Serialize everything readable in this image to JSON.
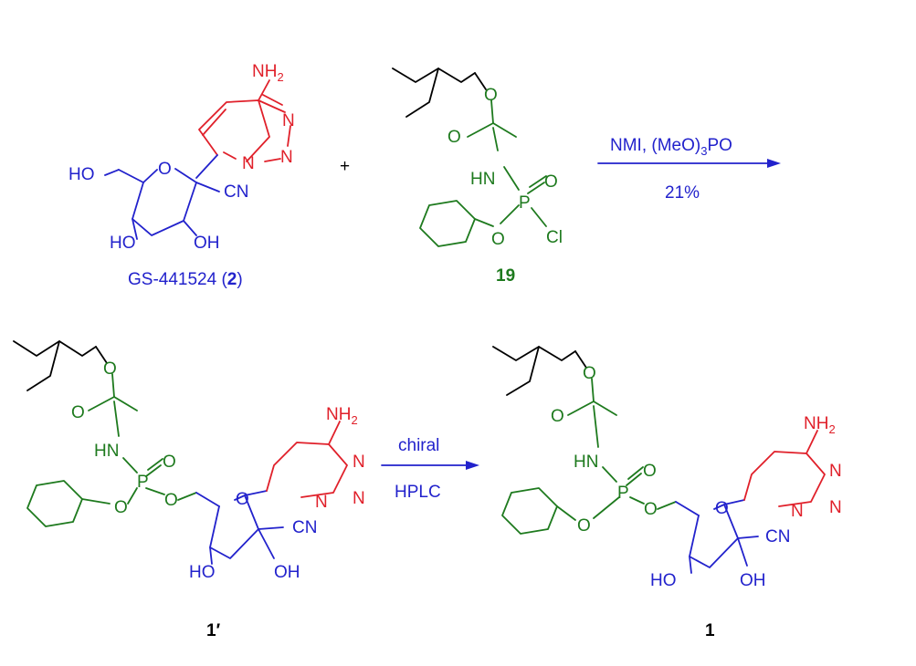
{
  "compounds": {
    "gs441524": {
      "label_prefix": "GS-441524 (",
      "label_num": "2",
      "label_suffix": ")"
    },
    "reagent": {
      "label": "19"
    },
    "product_mix": {
      "label": "1′"
    },
    "product": {
      "label": "1"
    }
  },
  "atoms": {
    "nh2_n": "NH",
    "nh2_sub": "2",
    "n": "N",
    "o": "O",
    "p": "P",
    "cl": "Cl",
    "ho": "HO",
    "oh": "OH",
    "cn": "CN",
    "hn": "HN"
  },
  "plus": "+",
  "reaction1": {
    "reagents_pre": "NMI, (MeO)",
    "reagents_sub": "3",
    "reagents_post": "PO",
    "yield": "21%"
  },
  "reaction2": {
    "above": "chiral",
    "below": "HPLC"
  },
  "colors": {
    "ribose": "#2222cc",
    "base": "#e0202a",
    "prodrug": "#1e7a1e",
    "arrow": "#2222cc"
  }
}
